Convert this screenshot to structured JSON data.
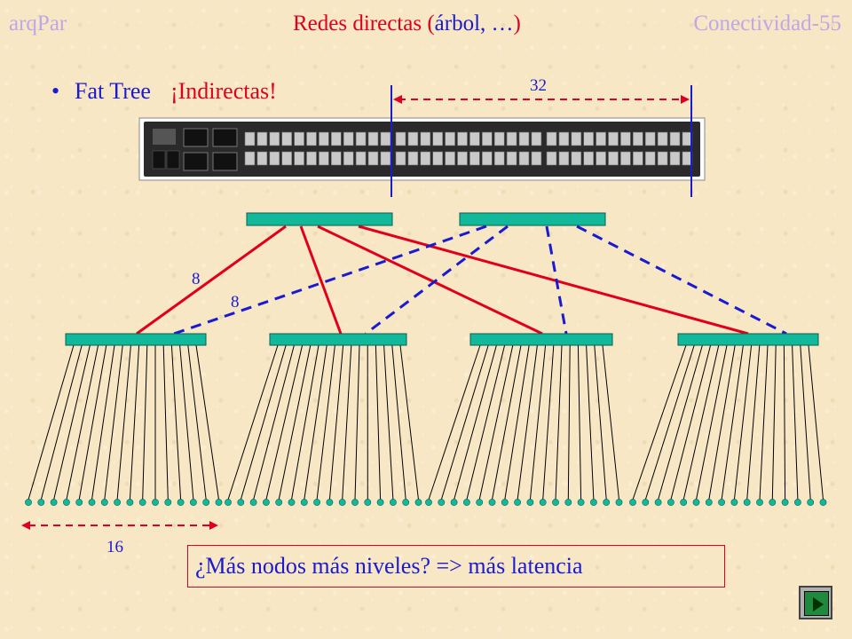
{
  "header": {
    "left": "arqPar",
    "center_prefix": "Redes directas (",
    "center_blue": "árbol, …",
    "center_suffix": ")",
    "right": "Conectividad-55"
  },
  "bullet": {
    "text": "Fat Tree",
    "highlight": "¡Indirectas!"
  },
  "labels": {
    "ports_top": "32",
    "link_red": "8",
    "link_blue": "8",
    "hosts": "16"
  },
  "note": "¿Más nodos más niveles? => más latencia",
  "colors": {
    "background": "#f7e7c4",
    "switch_fill": "#12b89a",
    "red_link": "#e0001b",
    "blue_link": "#1a1ad0",
    "header_gray": "#c0a8e8"
  },
  "icons": {
    "nav": "next-slide-icon",
    "switch_photo": "network-switch-photo"
  }
}
